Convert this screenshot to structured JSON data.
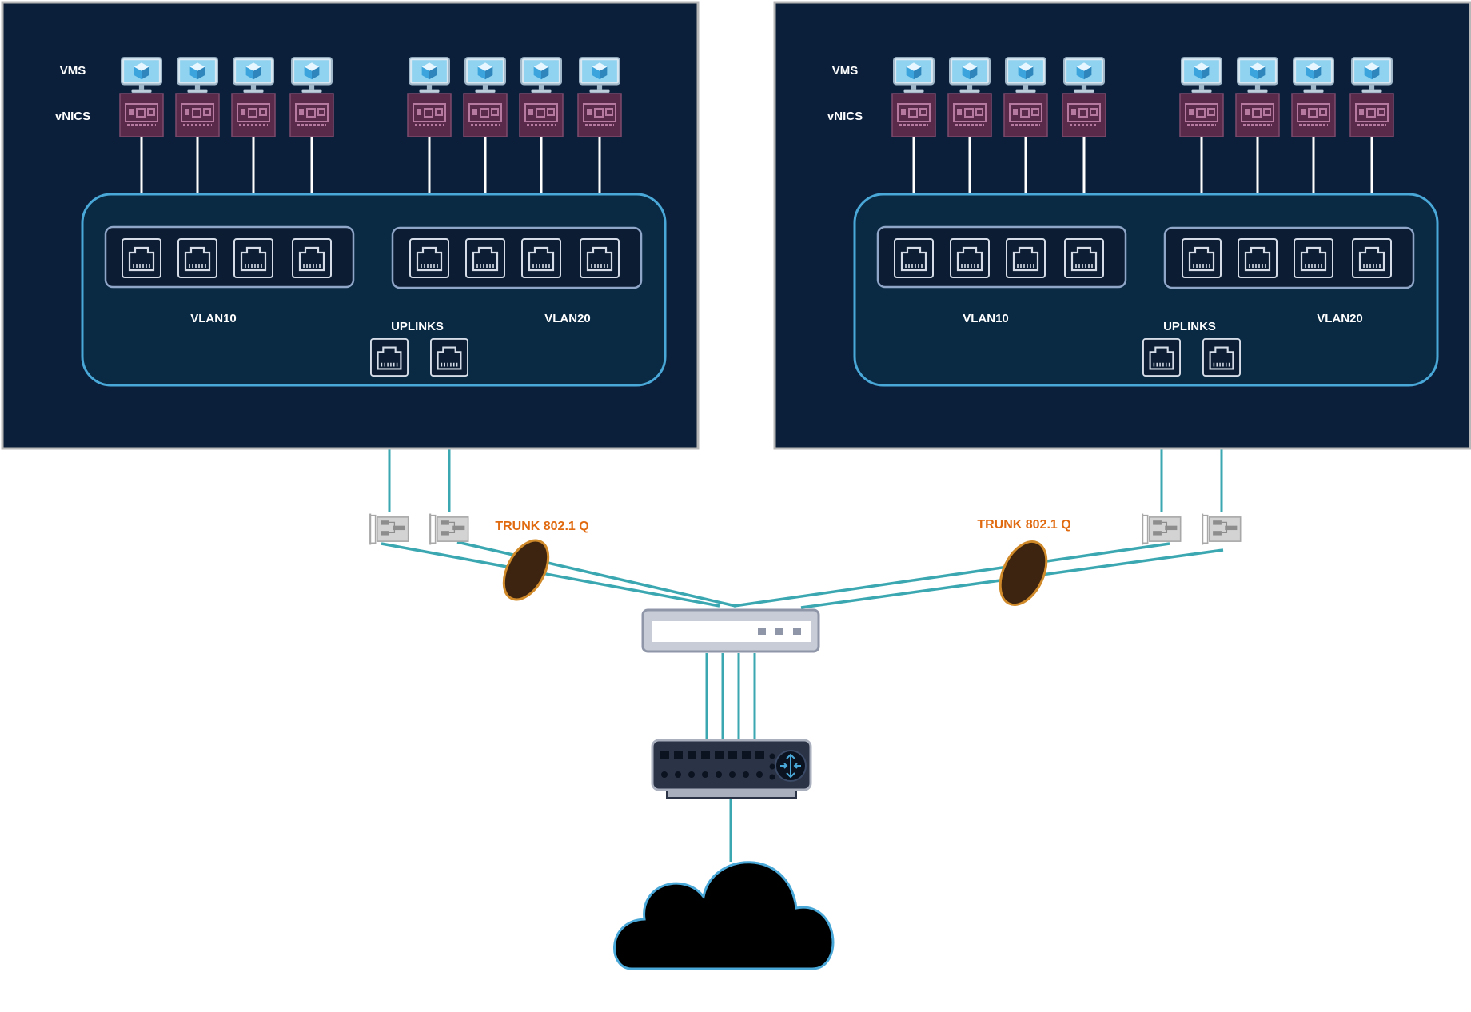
{
  "labels": {
    "vms": "VMS",
    "vnics": "vNICS",
    "vlan_a": "VLAN10",
    "vlan_b": "VLAN20",
    "uplinks": "UPLINKS",
    "trunk": "TRUNK 802.1 Q"
  },
  "hosts": [
    {
      "vm_count": 8,
      "uplink_count": 2
    },
    {
      "vm_count": 8,
      "uplink_count": 2
    }
  ],
  "colors": {
    "host_bg": "#0b1f3a",
    "host_border": "#b7b7b7",
    "vswitch_bg": "#0a2a44",
    "vswitch_border": "#4aa8d8",
    "portgroup_bg": "#0b1c33",
    "portgroup_border": "#8fa6c8",
    "vm_screen": "#8fd3f0",
    "vm_cube": "#3ba4dc",
    "vnic": "#5a2a4a",
    "cable": "#3aa7b1",
    "vnic_link": "#ffffff",
    "trunk_text": "#e06a10",
    "trunk_oval_fill": "#3d2410",
    "trunk_oval_stroke": "#d08a2a",
    "cloud": "#000000",
    "cloud_stroke": "#4aa8d8"
  },
  "icons": {
    "vm": "vm-monitor-icon",
    "vnic": "network-card-icon",
    "port": "ethernet-port-icon",
    "pnic": "physical-nic-icon",
    "switch": "network-switch-icon",
    "router": "router-icon",
    "cloud": "cloud-icon"
  }
}
